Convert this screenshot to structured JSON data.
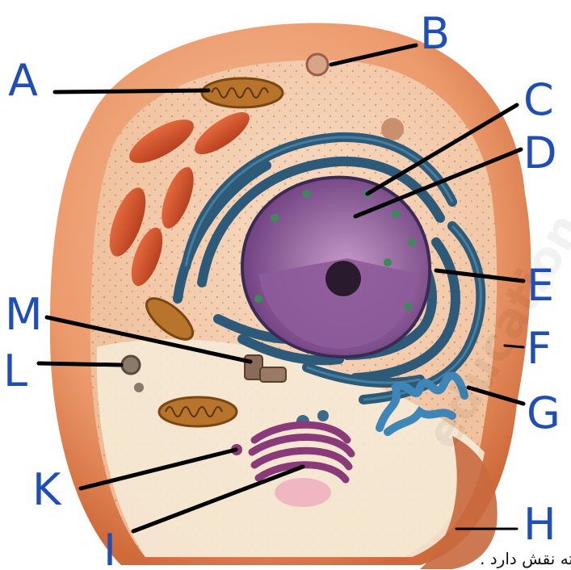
{
  "labels": {
    "A": "A",
    "B": "B",
    "C": "C",
    "D": "D",
    "E": "E",
    "F": "F",
    "G": "G",
    "H": "H",
    "I": "I",
    "K": "K",
    "L": "L",
    "M": "M"
  },
  "caption": "ته نقش دارد .",
  "watermark": "education",
  "colors": {
    "label": "#1f4fb5",
    "leader": "#000000",
    "cell_outer": "#e07a4a",
    "cytoplasm": "#f2c09c",
    "er": "#2d5a78",
    "nucleus": "#7a4a8a",
    "golgi": "#8a3a78",
    "mitochondria": "#d9542e"
  }
}
